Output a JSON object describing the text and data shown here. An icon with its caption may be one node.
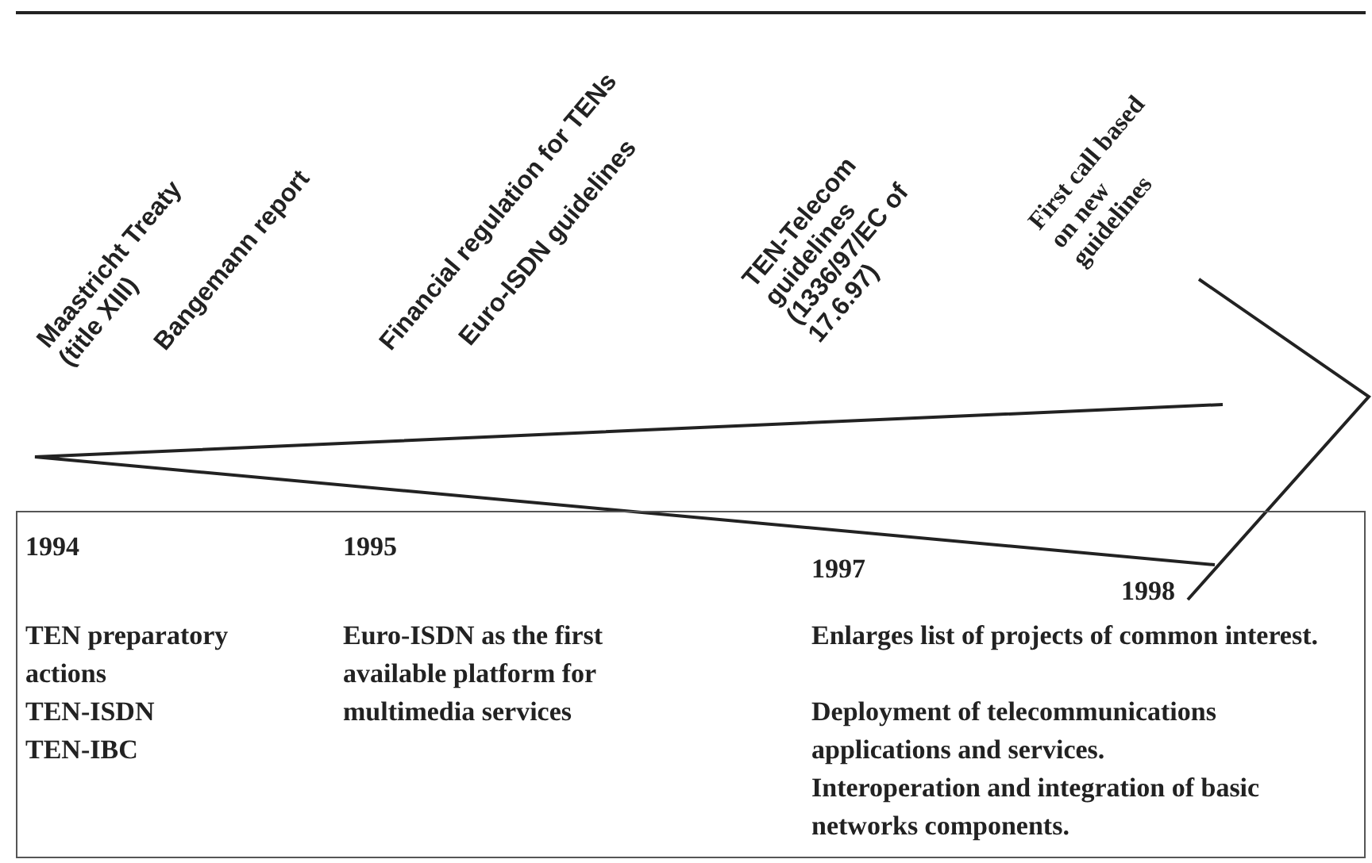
{
  "diagram": {
    "nodes": [
      {
        "text": [
          "1994",
          "1995",
          "1997",
          "1998",
          "TEN preparatory actions",
          "TEN-ISDN",
          "TEN-IBC",
          "Euro-ISDN as the first available platform for multimedia services",
          "Enlarges list of projects of common interest.",
          "Deployment of telecommunications applications and services.",
          "Interoperation and integration of basic networks components."
        ]
      }
    ],
    "edges": [],
    "labels": [
      "Maastricht Treaty (title XIII)",
      "Bangemann report",
      "Financial regulation for TENs",
      "Euro-ISDN guidelines",
      "TEN-Telecom guidelines (1336/97/EC of 17.6.97)",
      "First call based on new guidelines"
    ]
  }
}
